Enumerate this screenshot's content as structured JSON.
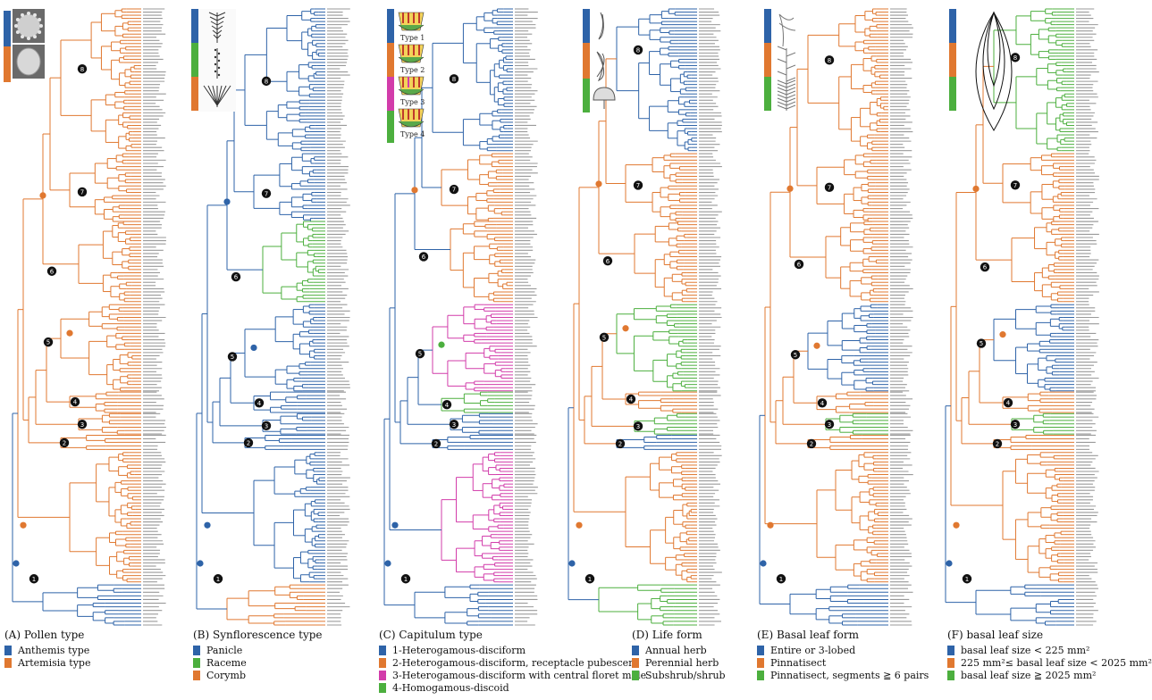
{
  "colors": {
    "blue": "#2e63a8",
    "orange": "#e07830",
    "green": "#4caf3e",
    "magenta": "#d23caa",
    "node": "#111111"
  },
  "panels": [
    {
      "id": "A",
      "title": "(A) Pollen type",
      "legend": [
        {
          "label": "Anthemis type",
          "color": "blue"
        },
        {
          "label": "Artemisia type",
          "color": "orange"
        }
      ],
      "ancestral_state": "orange",
      "clade_states": [
        "orange",
        "orange",
        "orange",
        "orange",
        "orange",
        "orange",
        "orange",
        "orange",
        "blue"
      ],
      "icon": "pollen-grain-icons"
    },
    {
      "id": "B",
      "title": "(B) Synflorescence type",
      "legend": [
        {
          "label": "Panicle",
          "color": "blue"
        },
        {
          "label": "Raceme",
          "color": "green"
        },
        {
          "label": "Corymb",
          "color": "orange"
        }
      ],
      "ancestral_state": "blue",
      "clade_states": [
        "blue",
        "blue",
        "green",
        "blue",
        "blue",
        "blue",
        "blue",
        "blue",
        "orange"
      ],
      "icon": "synflorescence-sketch-icons"
    },
    {
      "id": "C",
      "title": "(C) Capitulum type",
      "legend": [
        {
          "label": "1-Heterogamous-disciform",
          "color": "blue"
        },
        {
          "label": "2-Heterogamous-disciform, receptacle pubescent",
          "color": "orange"
        },
        {
          "label": "3-Heterogamous-disciform with central floret male",
          "color": "magenta"
        },
        {
          "label": "4-Homogamous-discoid",
          "color": "green"
        }
      ],
      "ancestral_state": "blue",
      "clade_states": [
        "blue",
        "orange",
        "orange",
        "magenta",
        "green",
        "blue",
        "blue",
        "magenta",
        "blue"
      ],
      "icon": "capitulum-type-icons",
      "icon_labels": [
        "Type 1",
        "Type 2",
        "Type 3",
        "Type 4"
      ]
    },
    {
      "id": "D",
      "title": "(D) Life form",
      "legend": [
        {
          "label": "Annual herb",
          "color": "blue"
        },
        {
          "label": "Perennial herb",
          "color": "orange"
        },
        {
          "label": "Subshrub/shrub",
          "color": "green"
        }
      ],
      "ancestral_state": "orange",
      "clade_states": [
        "blue",
        "orange",
        "orange",
        "green",
        "orange",
        "green",
        "blue",
        "orange",
        "green"
      ],
      "icon": "life-form-sketch-icons"
    },
    {
      "id": "E",
      "title": "(E) Basal leaf form",
      "legend": [
        {
          "label": "Entire or 3-lobed",
          "color": "blue"
        },
        {
          "label": "Pinnatisect",
          "color": "orange"
        },
        {
          "label": "Pinnatisect, segments ≧ 6 pairs",
          "color": "green"
        }
      ],
      "ancestral_state": "orange",
      "clade_states": [
        "orange",
        "orange",
        "orange",
        "blue",
        "orange",
        "green",
        "orange",
        "orange",
        "blue"
      ],
      "icon": "leaf-form-sketch-icons"
    },
    {
      "id": "F",
      "title": "(F) basal leaf size",
      "legend": [
        {
          "label": "basal leaf size < 225 mm²",
          "color": "blue"
        },
        {
          "label": "225 mm²≤ basal leaf size < 2025 mm²",
          "color": "orange"
        },
        {
          "label": "basal leaf size ≧ 2025 mm²",
          "color": "green"
        }
      ],
      "ancestral_state": "orange",
      "clade_states": [
        "green",
        "orange",
        "orange",
        "blue",
        "orange",
        "green",
        "orange",
        "orange",
        "blue"
      ],
      "icon": "leaf-outline-icons"
    }
  ],
  "node_labels": [
    "8",
    "7",
    "6",
    "5",
    "4",
    "3",
    "2",
    "1"
  ]
}
